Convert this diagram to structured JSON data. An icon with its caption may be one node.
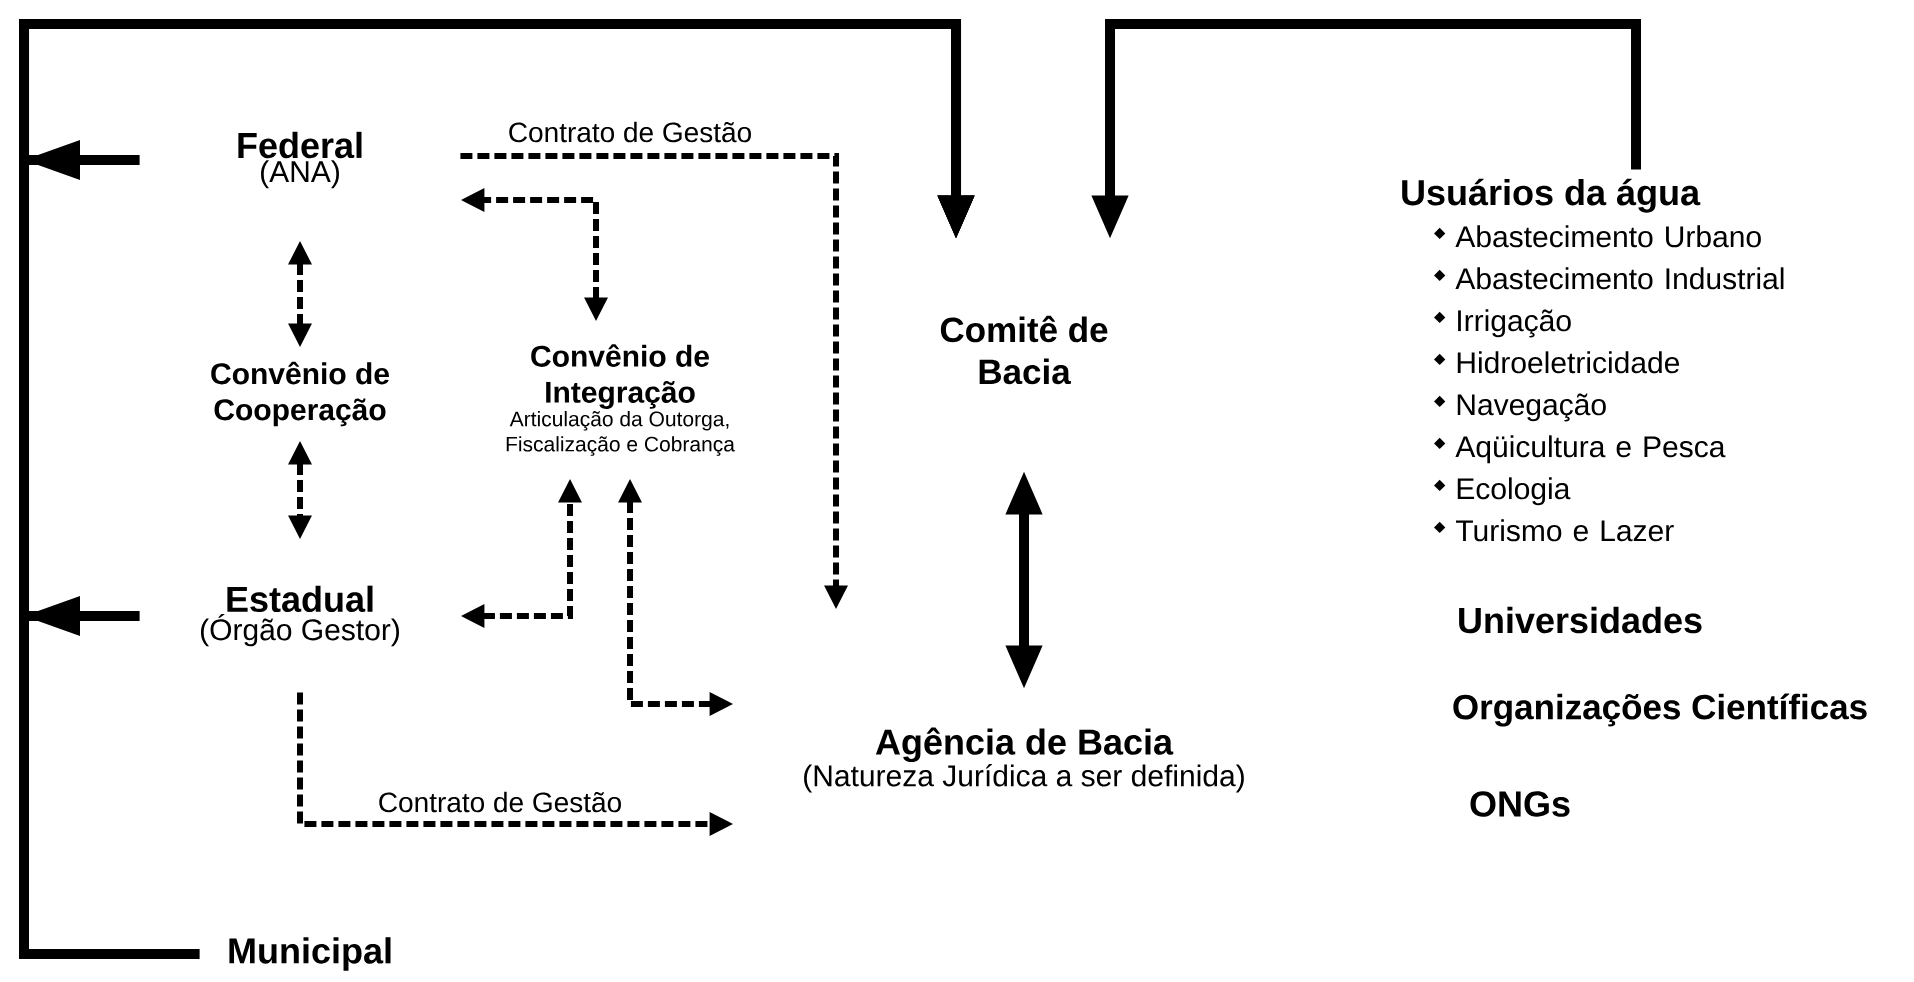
{
  "diagram": {
    "nodes": [
      {
        "text": [
          "Federal",
          "(ANA)"
        ]
      },
      {
        "text": [
          "Convênio de Cooperação"
        ]
      },
      {
        "text": [
          "Convênio de Integração",
          "Articulação da Outorga, Fiscalização e Cobrança"
        ]
      },
      {
        "text": [
          "Estadual",
          "(Órgão Gestor)"
        ]
      },
      {
        "text": [
          "Municipal"
        ]
      },
      {
        "text": [
          "Comitê de Bacia"
        ]
      },
      {
        "text": [
          "Agência de Bacia",
          "(Natureza Jurídica a ser definida)"
        ]
      },
      {
        "text": [
          "Usuários da água",
          "Abastecimento Urbano",
          "Abastecimento Industrial",
          "Irrigação",
          "Hidroeletricidade",
          "Navegação",
          "Aqüicultura e Pesca",
          "Ecologia",
          "Turismo e Lazer"
        ]
      },
      {
        "text": [
          "Universidades"
        ]
      },
      {
        "text": [
          "Organizações Científicas"
        ]
      },
      {
        "text": [
          "ONGs"
        ]
      }
    ],
    "edges": [
      {
        "from": 0,
        "to": 5,
        "arrow": "to"
      },
      {
        "from": 3,
        "to": 5,
        "arrow": "to"
      },
      {
        "from": 4,
        "to": 5,
        "arrow": "to"
      },
      {
        "from": 7,
        "to": 5,
        "arrow": "to"
      },
      {
        "from": 0,
        "to": 6,
        "arrow": "to",
        "style": "dashed",
        "label": "Contrato de Gestão"
      },
      {
        "from": 2,
        "to": 0,
        "arrow": "both",
        "style": "dashed"
      },
      {
        "from": 0,
        "to": 1,
        "arrow": "both",
        "style": "dashed"
      },
      {
        "from": 1,
        "to": 3,
        "arrow": "both",
        "style": "dashed"
      },
      {
        "from": 3,
        "to": 2,
        "arrow": "both",
        "style": "dashed"
      },
      {
        "from": 2,
        "to": 6,
        "arrow": "both",
        "style": "dashed"
      },
      {
        "from": 3,
        "to": 6,
        "arrow": "to",
        "style": "dashed",
        "label": "Contrato de Gestão"
      },
      {
        "from": 5,
        "to": 6,
        "arrow": "both"
      }
    ]
  }
}
